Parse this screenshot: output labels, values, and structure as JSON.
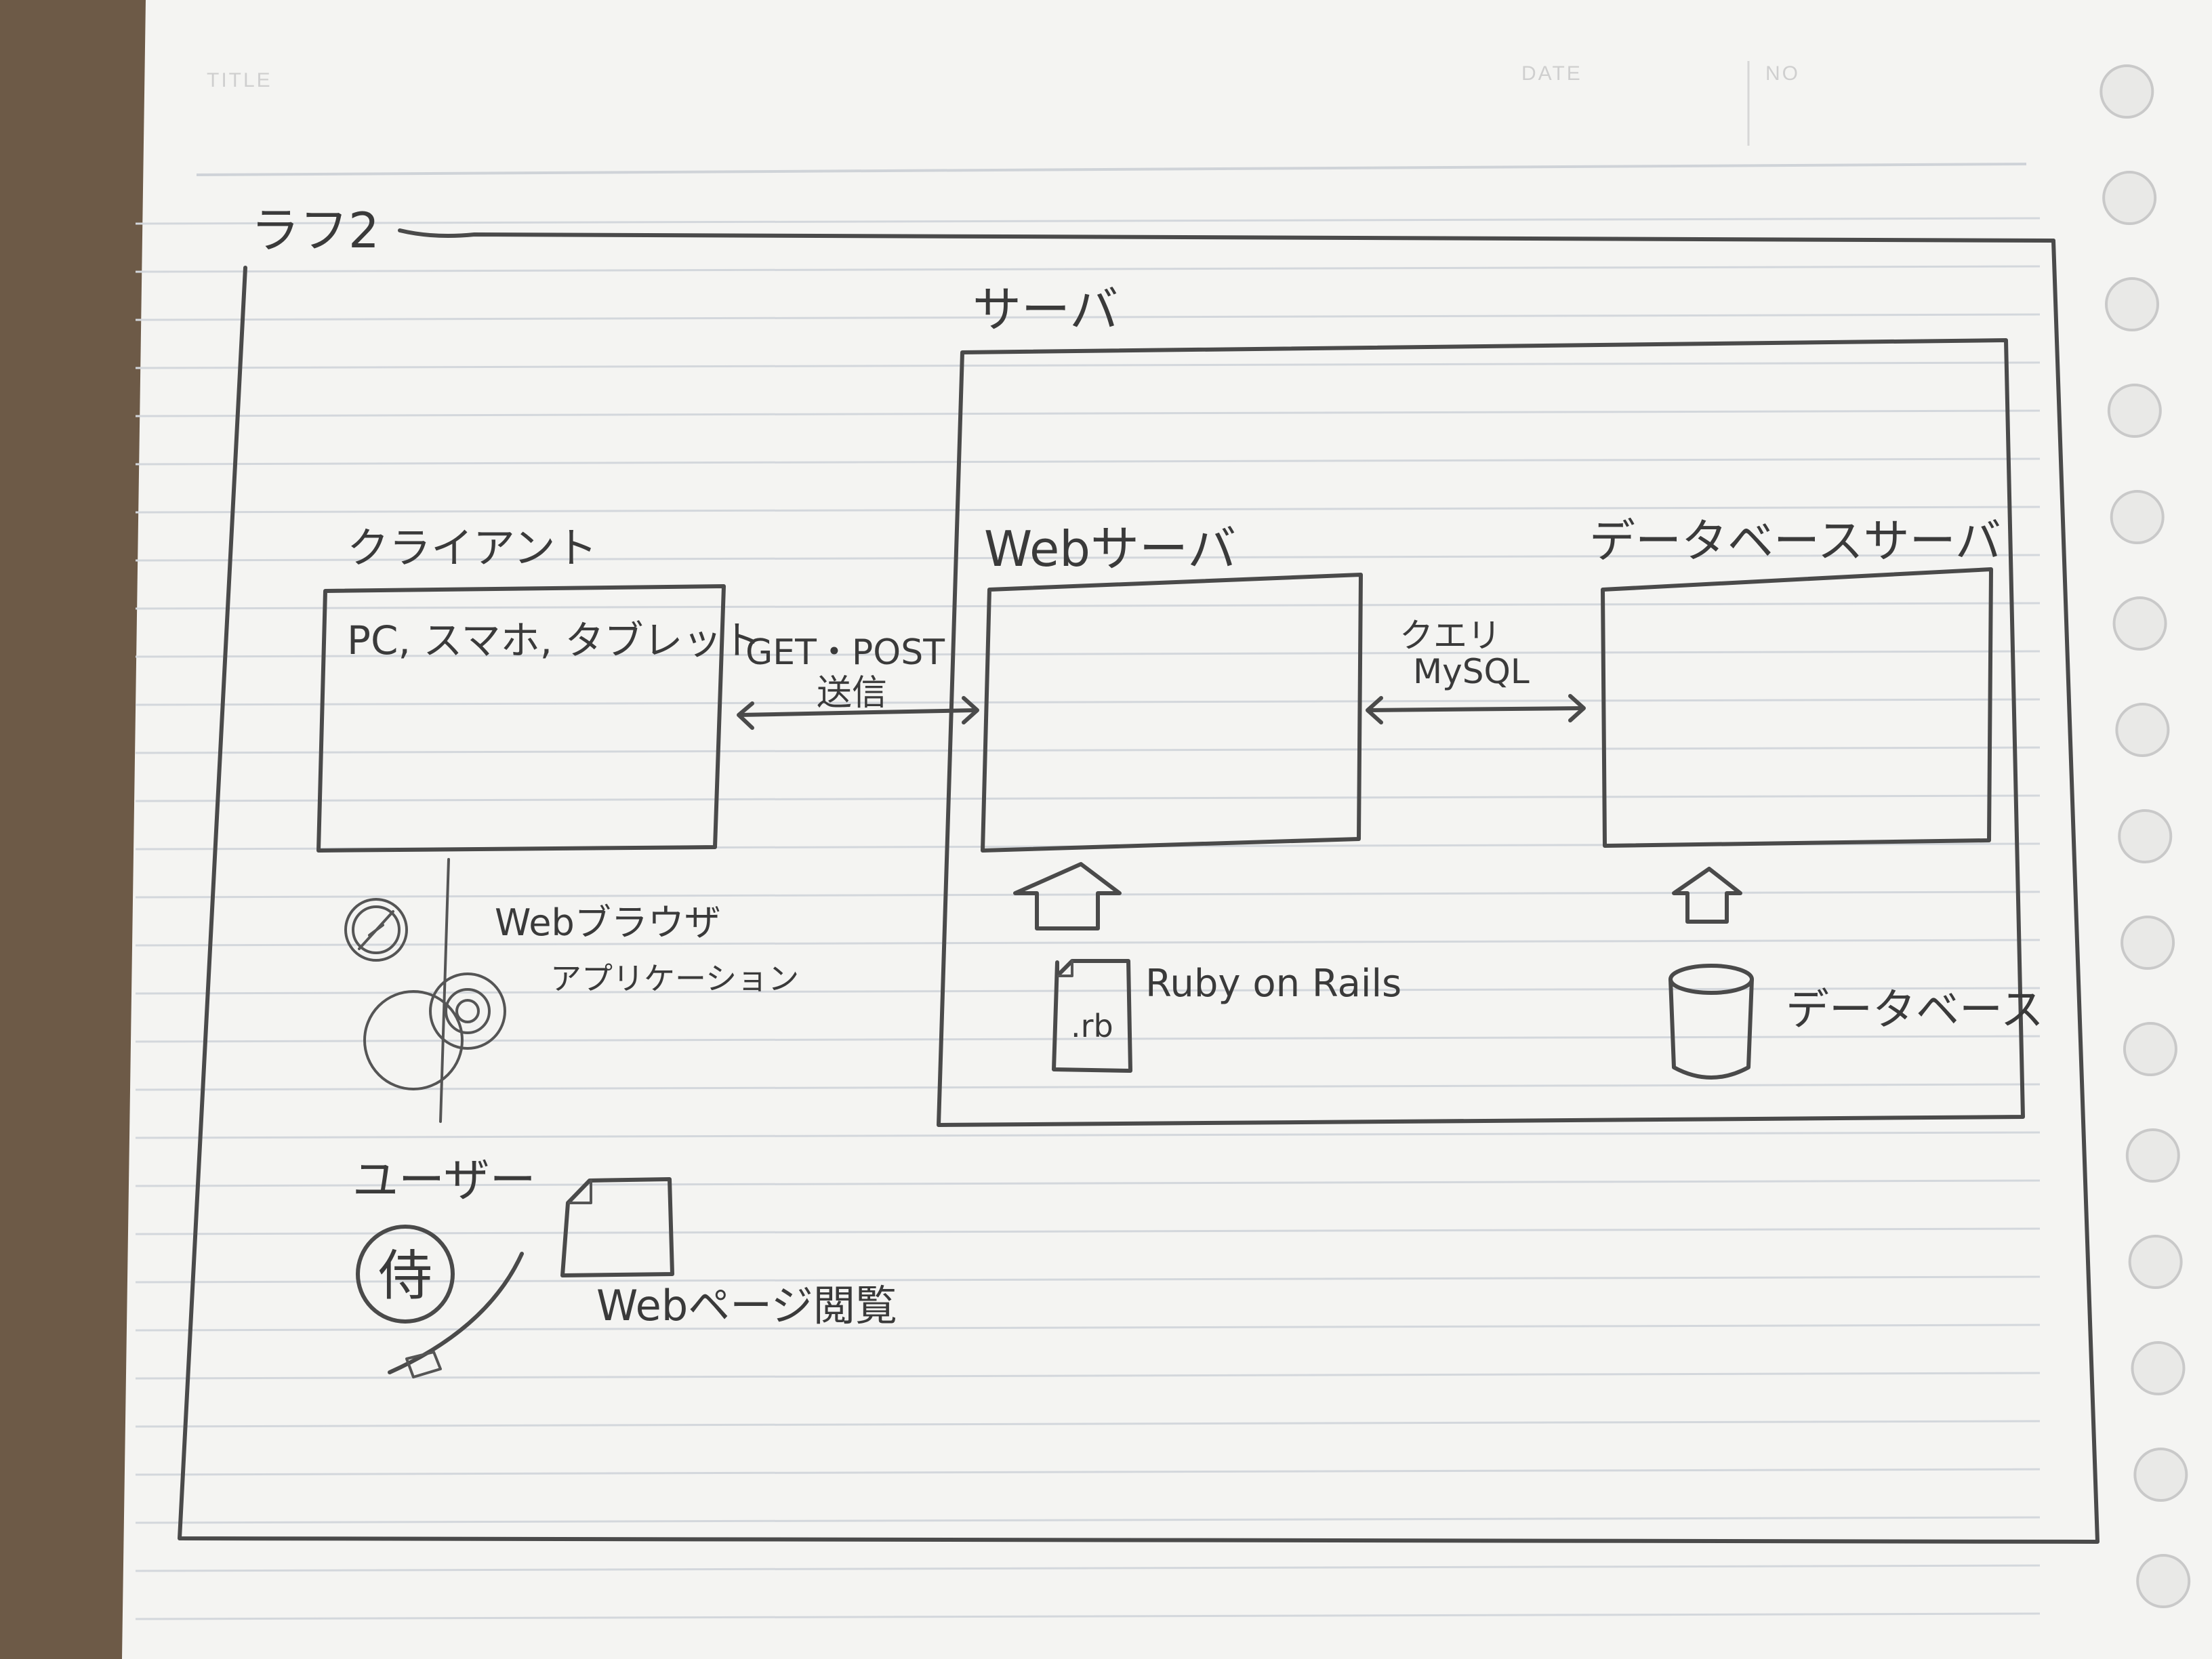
{
  "header": {
    "title_label": "TITLE",
    "date_label": "DATE",
    "no_label": "NO"
  },
  "diagram": {
    "title": "ラフ2",
    "server_label": "サーバ",
    "client": {
      "label": "クライアント",
      "devices": "PC, スマホ, タブレット"
    },
    "request": {
      "line1": "GET・POST",
      "line2": "送信"
    },
    "web_server": {
      "label": "Webサーバ",
      "framework": "Ruby on Rails",
      "file_label": ".rb"
    },
    "query": {
      "line1": "クエリ",
      "line2": "MySQL"
    },
    "db_server": {
      "label": "データベースサーバ",
      "db_label": "データベース"
    },
    "browser": {
      "label": "Webブラウザ",
      "app_label": "アプリケーション"
    },
    "user": {
      "label": "ユーザー",
      "avatar_char": "侍",
      "page_view": "Webページ閲覧"
    }
  },
  "colors": {
    "paper": "#f4f4f2",
    "ruled_line": "#d3d7dc",
    "pencil": "#4a4a4a",
    "desk": "#6d5a47"
  }
}
